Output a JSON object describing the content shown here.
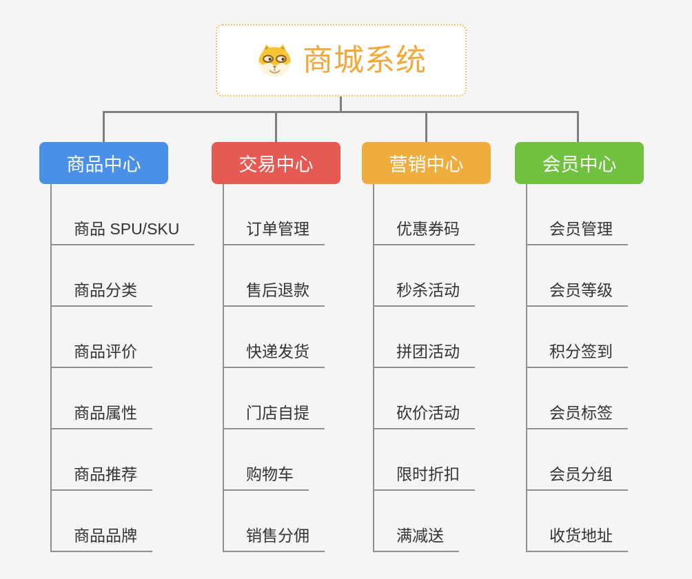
{
  "page": {
    "background_color": "#f5f5f6",
    "connector_color": "#7f7f7f",
    "child_line_color": "#8f8f8f",
    "child_text_color": "#333333"
  },
  "root": {
    "title": "商城系统",
    "icon": "shiba-dog-icon",
    "text_color": "#f2a93b",
    "border_color": "#f2c268",
    "background": "#ffffff"
  },
  "branches": [
    {
      "label": "商品中心",
      "color": "#4a90e8",
      "children": [
        "商品 SPU/SKU",
        "商品分类",
        "商品评价",
        "商品属性",
        "商品推荐",
        "商品品牌"
      ]
    },
    {
      "label": "交易中心",
      "color": "#e65a54",
      "children": [
        "订单管理",
        "售后退款",
        "快递发货",
        "门店自提",
        "购物车",
        "销售分佣"
      ]
    },
    {
      "label": "营销中心",
      "color": "#efad3d",
      "children": [
        "优惠券码",
        "秒杀活动",
        "拼团活动",
        "砍价活动",
        "限时折扣",
        "满减送"
      ]
    },
    {
      "label": "会员中心",
      "color": "#6fc13f",
      "children": [
        "会员管理",
        "会员等级",
        "积分签到",
        "会员标签",
        "会员分组",
        "收货地址"
      ]
    }
  ]
}
